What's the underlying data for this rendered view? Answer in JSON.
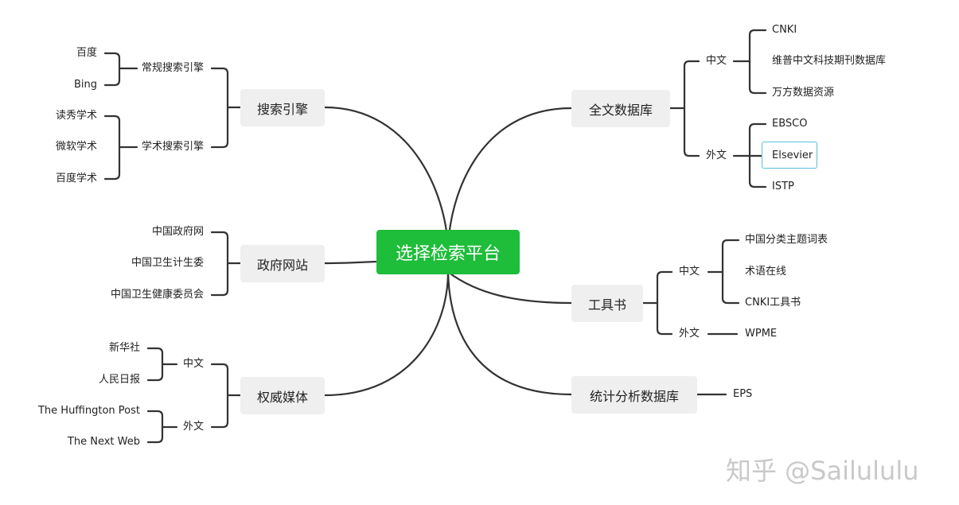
{
  "center": "选择检索平台",
  "left": {
    "search": {
      "label": "搜索引擎",
      "general": {
        "label": "常规搜索引擎",
        "items": [
          "百度",
          "Bing"
        ]
      },
      "academic": {
        "label": "学术搜索引擎",
        "items": [
          "读秀学术",
          "微软学术",
          "百度学术"
        ]
      }
    },
    "gov": {
      "label": "政府网站",
      "items": [
        "中国政府网",
        "中国卫生计生委",
        "中国卫生健康委员会"
      ]
    },
    "media": {
      "label": "权威媒体",
      "cn": {
        "label": "中文",
        "items": [
          "新华社",
          "人民日报"
        ]
      },
      "en": {
        "label": "外文",
        "items": [
          "The Huffington Post",
          "The Next Web"
        ]
      }
    }
  },
  "right": {
    "fulltext": {
      "label": "全文数据库",
      "cn": {
        "label": "中文",
        "items": [
          "CNKI",
          "维普中文科技期刊数据库",
          "万方数据资源"
        ]
      },
      "en": {
        "label": "外文",
        "items": [
          "EBSCO",
          "Elsevier",
          "ISTP"
        ]
      }
    },
    "tools": {
      "label": "工具书",
      "cn": {
        "label": "中文",
        "items": [
          "中国分类主题词表",
          "术语在线",
          "CNKI工具书"
        ]
      },
      "en": {
        "label": "外文",
        "items": [
          "WPME"
        ]
      }
    },
    "stats": {
      "label": "统计分析数据库",
      "items": [
        "EPS"
      ]
    }
  },
  "watermark": "知乎 @Sailululu"
}
